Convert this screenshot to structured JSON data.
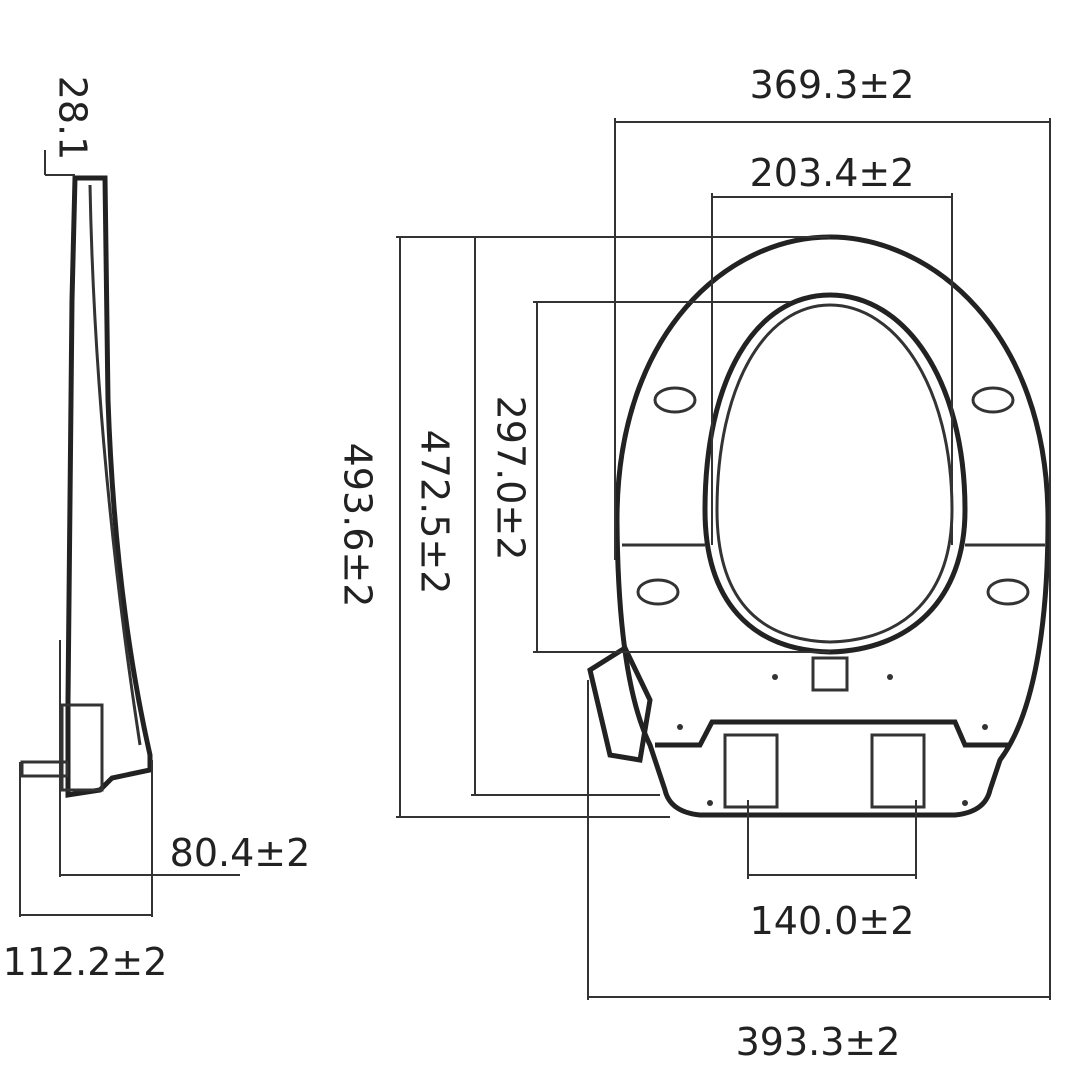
{
  "title": "Toilet seat dimension drawing",
  "dimensions": {
    "top_thickness": "28.1",
    "overall_width": "369.3±2",
    "opening_width": "203.4±2",
    "overall_length": "493.6±2",
    "seat_length": "472.5±2",
    "opening_length": "297.0±2",
    "hinge_depth": "80.4±2",
    "total_depth": "112.2±2",
    "hinge_spacing": "140.0±2",
    "max_width": "393.3±2"
  }
}
